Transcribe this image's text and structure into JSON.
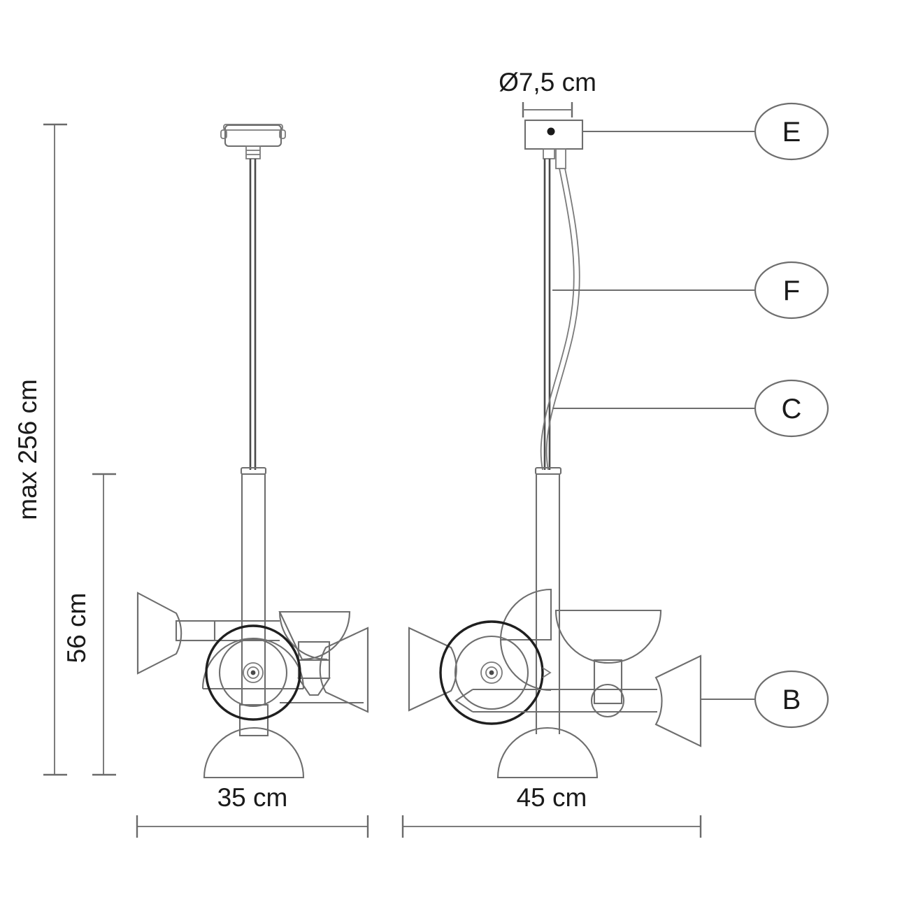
{
  "drawing": {
    "title": "Pendant lamp dimensional drawing",
    "type": "technical-dimension-drawing",
    "units": "cm"
  },
  "dimensions": {
    "canopy_diameter": "Ø7,5 cm",
    "max_drop": "max 256 cm",
    "fixture_height": "56 cm",
    "front_width": "35 cm",
    "side_width": "45 cm"
  },
  "callouts": [
    {
      "id": "E",
      "label": "E"
    },
    {
      "id": "F",
      "label": "F"
    },
    {
      "id": "C",
      "label": "C"
    },
    {
      "id": "B",
      "label": "B"
    }
  ],
  "views": {
    "left": {
      "name": "front-view",
      "width_label": "35 cm"
    },
    "right": {
      "name": "side-view",
      "width_label": "45 cm"
    }
  },
  "colors": {
    "line": "#6e6e6e",
    "line_dark": "#1f1f1f",
    "text": "#1a1a1a",
    "background": "#ffffff"
  }
}
